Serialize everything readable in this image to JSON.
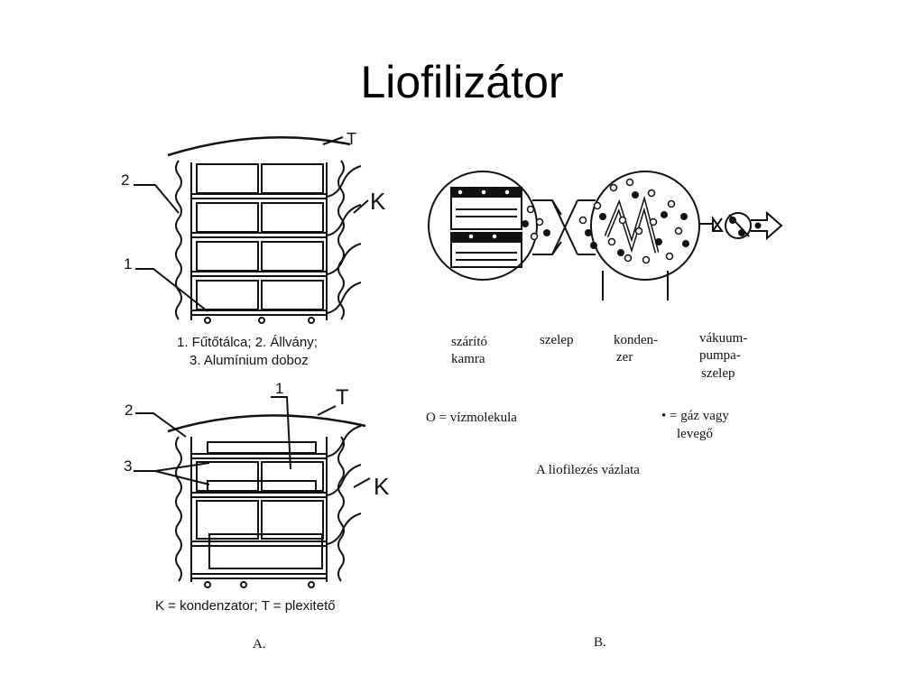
{
  "title": "Liofilizátor",
  "figure_a": {
    "top": {
      "mark_T": "T",
      "mark_K": "K",
      "mark_2": "2",
      "mark_1": "1",
      "caption_line1": "1. Fűtőtálca;  2. Állvány;",
      "caption_line2": "3. Alumínium doboz"
    },
    "bottom": {
      "mark_T": "T",
      "mark_K": "K",
      "mark_2": "2",
      "mark_1": "1",
      "mark_3": "3",
      "caption": "K = kondenzator; T = plexitető"
    },
    "letter": "A."
  },
  "figure_b": {
    "labels": {
      "chamber_1": "szárító",
      "chamber_2": "kamra",
      "valve": "szelep",
      "condenser_1": "konden-",
      "condenser_2": "zer",
      "pump_1": "vákuum-",
      "pump_2": "pumpa-",
      "pump_3": "szelep"
    },
    "legend": {
      "water": "O = vízmolekula",
      "gas_1": "• = gáz vagy",
      "gas_2": "levegő"
    },
    "caption": "A liofilezés vázlata",
    "letter": "B."
  }
}
